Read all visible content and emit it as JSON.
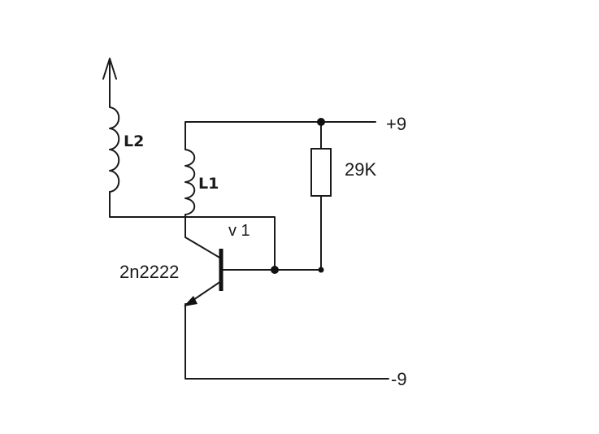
{
  "labels": {
    "inductor_l2": "L2",
    "inductor_l1": "L1",
    "supply_positive": "+9",
    "supply_negative": "-9",
    "resistor_value": "29K",
    "node_v1": "v 1",
    "transistor_part": "2n2222"
  },
  "colors": {
    "background": "#ffffff",
    "line": "#1a1a1a"
  }
}
